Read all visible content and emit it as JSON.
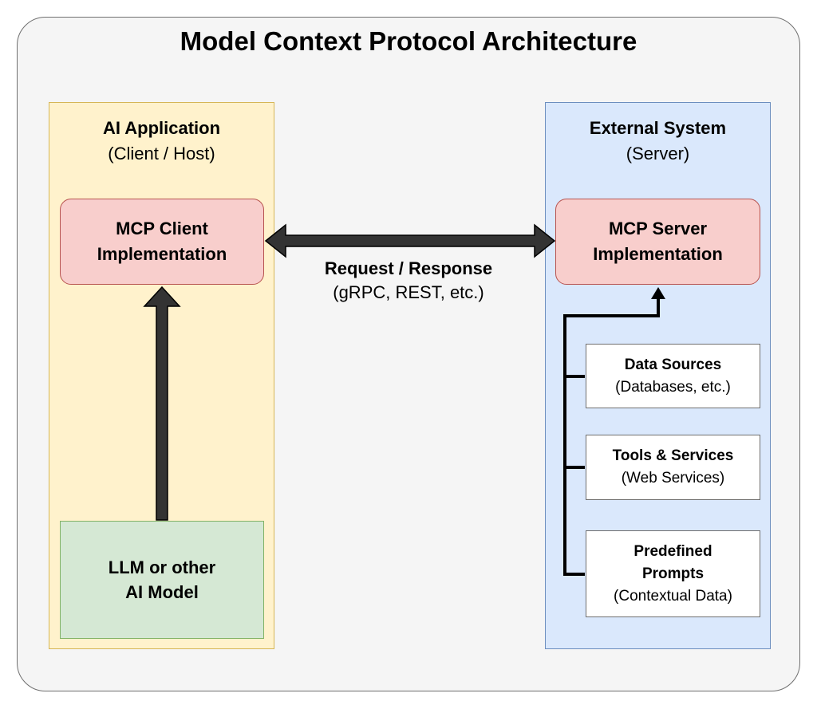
{
  "title": "Model Context Protocol Architecture",
  "ai_application": {
    "title": "AI Application",
    "subtitle": "(Client / Host)",
    "client_box": {
      "line1": "MCP Client",
      "line2": "Implementation"
    },
    "model_box": {
      "line1": "LLM or other",
      "line2": "AI Model"
    }
  },
  "external_system": {
    "title": "External System",
    "subtitle": "(Server)",
    "server_box": {
      "line1": "MCP Server",
      "line2": "Implementation"
    },
    "resources": [
      {
        "lines": [
          "Data Sources"
        ],
        "detail": "(Databases, etc.)"
      },
      {
        "lines": [
          "Tools & Services"
        ],
        "detail": "(Web Services)"
      },
      {
        "lines": [
          "Predefined",
          "Prompts"
        ],
        "detail": "(Contextual Data)"
      }
    ]
  },
  "connection": {
    "label": "Request / Response",
    "detail": "(gRPC, REST, etc.)"
  },
  "colors": {
    "frame_bg": "#f5f5f5",
    "ai_panel": "#fff2cc",
    "external_panel": "#dae8fc",
    "mcp_box": "#f8cecc",
    "model_box": "#d5e8d4",
    "arrow": "#333333"
  }
}
